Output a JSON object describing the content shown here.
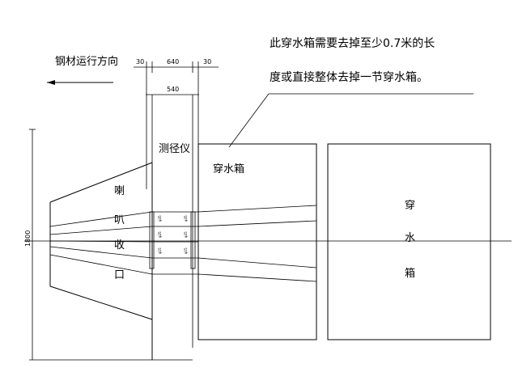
{
  "direction_label": "钢材运行方向",
  "note": {
    "line1": "此穿水箱需要去掉至少0.7米的长",
    "line2": "度或直接整体去掉一节穿水箱。"
  },
  "dimensions": {
    "gap_left": "30",
    "gauge_width": "640",
    "gap_right": "30",
    "inner_width": "540",
    "height": "1800"
  },
  "labels": {
    "gauge": "测径仪",
    "water_box_1": "穿水箱",
    "water_box_2_chars": [
      "穿",
      "水",
      "箱"
    ],
    "horn_chars": [
      "喇",
      "叭",
      "收",
      "口"
    ]
  },
  "tiny_marks": [
    "φ35",
    "φ25",
    "φ15",
    "φ35",
    "φ25",
    "φ15"
  ]
}
